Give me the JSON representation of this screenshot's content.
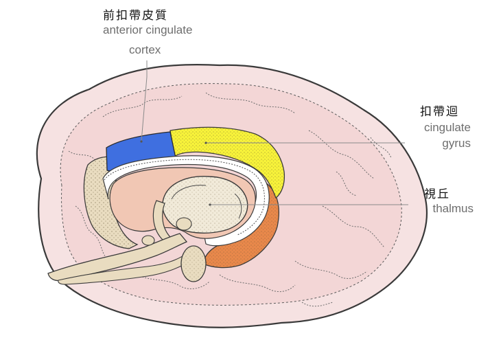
{
  "labels": {
    "acc": {
      "zh": "前扣帶皮質",
      "en_line1": "anterior cingulate",
      "en_line2": "cortex"
    },
    "cingulate_gyrus": {
      "zh": "扣帶迴",
      "en_line1": "cingulate",
      "en_line2": "gyrus"
    },
    "thalamus": {
      "zh": "視丘",
      "en": "thalmus"
    }
  },
  "colors": {
    "brain_outer": "#f6e2e2",
    "brain_inner": "#f3d6d6",
    "outline": "#3a3a3a",
    "acc_region": "#3f6fe0",
    "cingulate_gyrus_region": "#f7f23a",
    "posterior_region": "#e8884b",
    "corpus_tan": "#e9dcc0",
    "inner_peach": "#f1c7b4",
    "thalamus_fill": "#f1ead9",
    "leader_line": "#8a8a8a"
  }
}
